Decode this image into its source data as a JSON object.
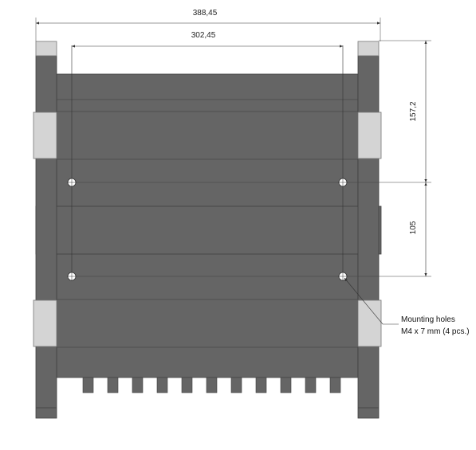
{
  "drawing": {
    "dimensions": {
      "overall_width": "388,45",
      "hole_spacing_horizontal": "302,45",
      "top_to_hole": "157,2",
      "hole_spacing_vertical": "105"
    },
    "note": {
      "line1": "Mounting holes",
      "line2": "M4 x 7 mm (4 pcs.)"
    },
    "colors": {
      "body": "#656565",
      "light_part": "#d4d4d4",
      "edge": "#3f3f3f",
      "dim_line": "#555555"
    },
    "hole_count": 4,
    "bottom_tab_count": 11
  }
}
